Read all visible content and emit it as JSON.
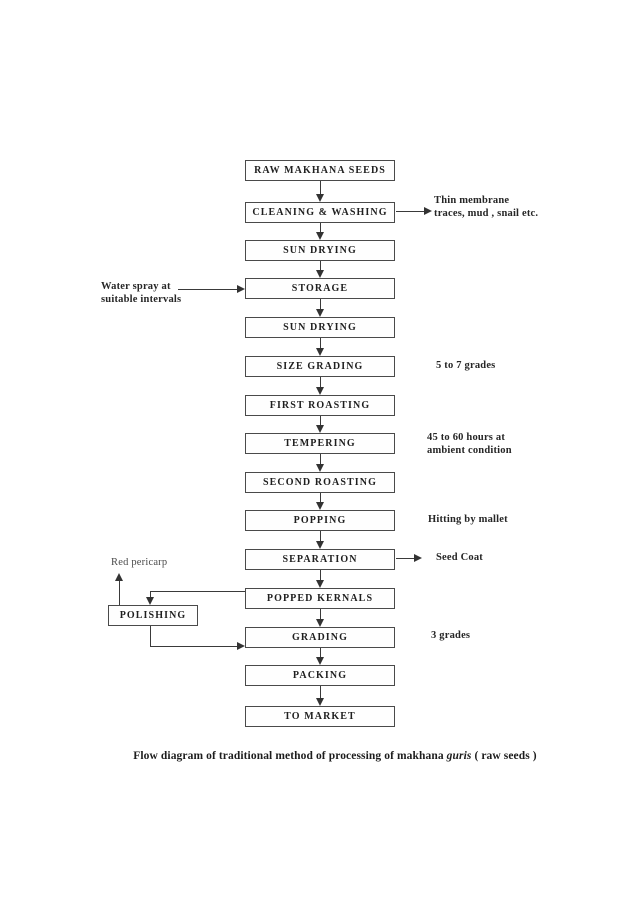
{
  "flow": {
    "steps": [
      {
        "id": "raw-makhana-seeds",
        "label": "RAW MAKHANA SEEDS"
      },
      {
        "id": "cleaning-washing",
        "label": "CLEANING & WASHING"
      },
      {
        "id": "sun-drying-1",
        "label": "SUN DRYING"
      },
      {
        "id": "storage",
        "label": "STORAGE"
      },
      {
        "id": "sun-drying-2",
        "label": "SUN DRYING"
      },
      {
        "id": "size-grading",
        "label": "SIZE GRADING"
      },
      {
        "id": "first-roasting",
        "label": "FIRST ROASTING"
      },
      {
        "id": "tempering",
        "label": "TEMPERING"
      },
      {
        "id": "second-roasting",
        "label": "SECOND ROASTING"
      },
      {
        "id": "popping",
        "label": "POPPING"
      },
      {
        "id": "separation",
        "label": "SEPARATION"
      },
      {
        "id": "popped-kernals",
        "label": "POPPED KERNALS"
      },
      {
        "id": "grading",
        "label": "GRADING"
      },
      {
        "id": "packing",
        "label": "PACKING"
      },
      {
        "id": "to-market",
        "label": "TO MARKET"
      }
    ],
    "branch_step": {
      "id": "polishing",
      "label": "POLISHING"
    },
    "annotations": {
      "membrane_line1": "Thin membrane",
      "membrane_line2": "traces, mud , snail etc.",
      "size_grades": "5 to 7 grades",
      "tempering_line1": "45 to 60 hours at",
      "tempering_line2": "ambient condition",
      "popping_note": "Hitting by mallet",
      "separation_output": "Seed Coat",
      "grading_grades": "3 grades",
      "water_line1": "Water spray at",
      "water_line2": "suitable intervals",
      "polishing_output": "Red pericarp"
    },
    "caption": {
      "before": "Flow diagram of traditional method of processing of makhana ",
      "italic": "guris",
      "after": " ( raw seeds )"
    },
    "colors": {
      "line": "#3a3a3a",
      "border": "#4a4a4a",
      "text": "#1f1f1f"
    }
  }
}
